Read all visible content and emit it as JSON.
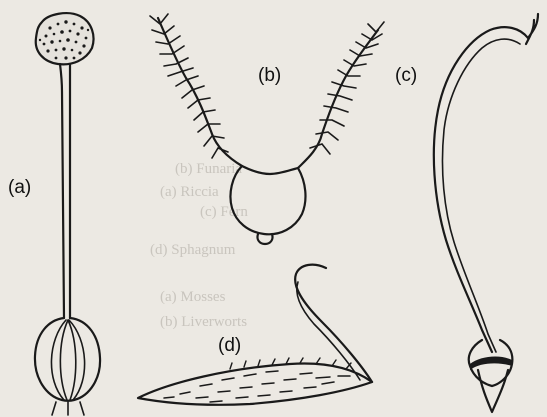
{
  "labels": {
    "a": "(a)",
    "b": "(b)",
    "c": "(c)",
    "d": "(d)"
  },
  "bleed_text": [
    "(a) Riccia",
    "(b) Funaria",
    "(c) Fern",
    "(d) Sphagnum",
    "(a) Mosses",
    "(b) Liverworts"
  ],
  "colors": {
    "paper": "#ece9e3",
    "ink": "#1a1a1a",
    "bleed": "#c9c5be"
  }
}
